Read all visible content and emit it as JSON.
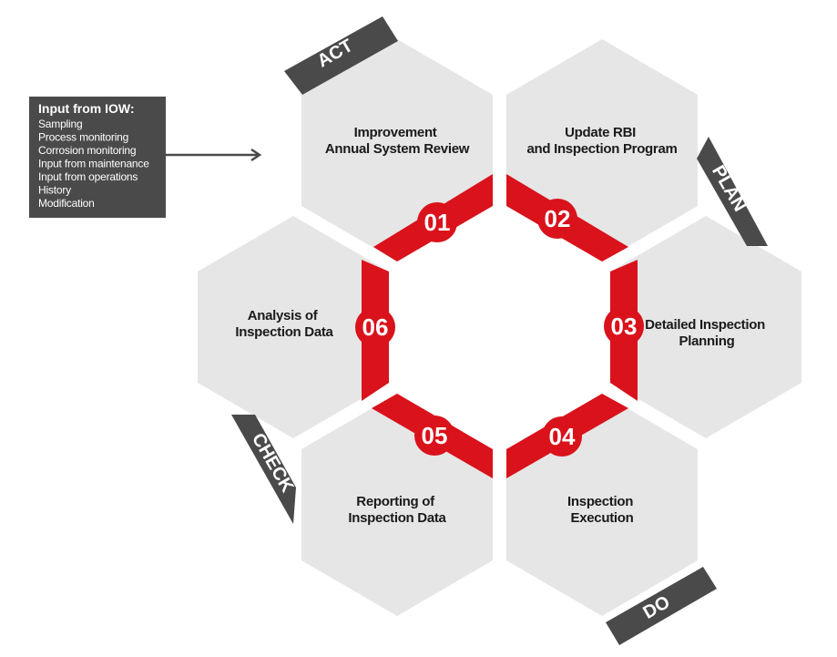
{
  "input_box": {
    "title": "Input from IOW:",
    "items": [
      "Sampling",
      "Process monitoring",
      "Corrosion monitoring",
      "Input from maintenance",
      "Input from operations",
      "History",
      "Modification"
    ]
  },
  "steps": [
    {
      "number": "01",
      "lines": [
        "Improvement",
        "Annual System Review"
      ]
    },
    {
      "number": "02",
      "lines": [
        "Update RBI",
        "and Inspection Program"
      ]
    },
    {
      "number": "03",
      "lines": [
        "Detailed Inspection",
        "Planning"
      ]
    },
    {
      "number": "04",
      "lines": [
        "Inspection",
        "Execution"
      ]
    },
    {
      "number": "05",
      "lines": [
        "Reporting of",
        "Inspection Data"
      ]
    },
    {
      "number": "06",
      "lines": [
        "Analysis of",
        "Inspection Data"
      ]
    }
  ],
  "phases": {
    "act": "ACT",
    "plan": "PLAN",
    "do": "DO",
    "check": "CHECK"
  },
  "colors": {
    "accent": "#d9121b",
    "hexagon": "#e6e6e6",
    "dark": "#4a4a4a"
  }
}
